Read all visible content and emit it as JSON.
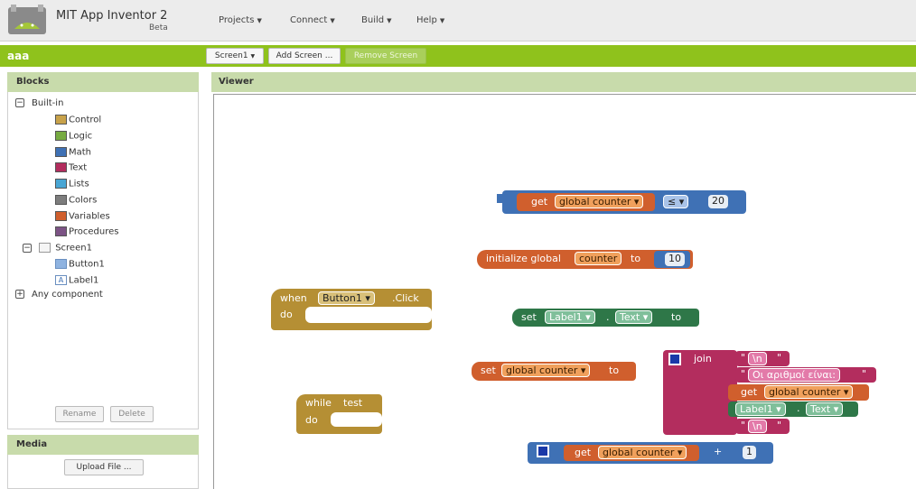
{
  "app": {
    "title": "MIT App Inventor 2",
    "subtitle": "Beta"
  },
  "menu": {
    "projects": "Projects",
    "connect": "Connect",
    "build": "Build",
    "help": "Help"
  },
  "project": {
    "name": "aaa",
    "screen_select": "Screen1",
    "add_screen": "Add Screen ...",
    "remove_screen": "Remove Screen"
  },
  "blocks_panel": {
    "header": "Blocks",
    "builtin": "Built-in",
    "categories": [
      {
        "label": "Control",
        "color": "#c8a24a"
      },
      {
        "label": "Logic",
        "color": "#77ab41"
      },
      {
        "label": "Math",
        "color": "#3f71b5"
      },
      {
        "label": "Text",
        "color": "#b32d5e"
      },
      {
        "label": "Lists",
        "color": "#49a6d4"
      },
      {
        "label": "Colors",
        "color": "#7d7d7d"
      },
      {
        "label": "Variables",
        "color": "#d05f2d"
      },
      {
        "label": "Procedures",
        "color": "#7c5385"
      }
    ],
    "screen": "Screen1",
    "components": [
      {
        "label": "Button1"
      },
      {
        "label": "Label1"
      }
    ],
    "any_component": "Any component",
    "rename": "Rename",
    "delete": "Delete"
  },
  "media_panel": {
    "header": "Media",
    "upload": "Upload File ..."
  },
  "viewer": {
    "header": "Viewer",
    "compare_block": {
      "get": "get",
      "var": "global counter",
      "op": "≤",
      "num": "20"
    },
    "init_block": {
      "label": "initialize global",
      "name": "counter",
      "to": "to",
      "num": "10"
    },
    "when_block": {
      "when": "when",
      "component": "Button1",
      "event": ".Click",
      "do": "do"
    },
    "set_label_block": {
      "set": "set",
      "component": "Label1",
      "dot": ".",
      "prop": "Text",
      "to": "to"
    },
    "set_global_block": {
      "set": "set",
      "var": "global counter",
      "to": "to"
    },
    "join_block": {
      "join": "join",
      "str1": "\\n",
      "str2": "Οι αριθμοί είναι:",
      "get": "get",
      "var": "global counter",
      "component": "Label1",
      "dot": ".",
      "prop": "Text",
      "str3": "\\n"
    },
    "while_block": {
      "while": "while",
      "test": "test",
      "do": "do"
    },
    "add_block": {
      "get": "get",
      "var": "global counter",
      "op": "+",
      "num": "1"
    }
  },
  "colors": {
    "accent_green": "#8fc21c",
    "panel_header": "#c8dbab",
    "math_block": "#3f71b5",
    "variable_block": "#d05f2d",
    "control_block": "#b58f34",
    "component_set": "#2e7748",
    "text_block": "#b32d5e"
  }
}
